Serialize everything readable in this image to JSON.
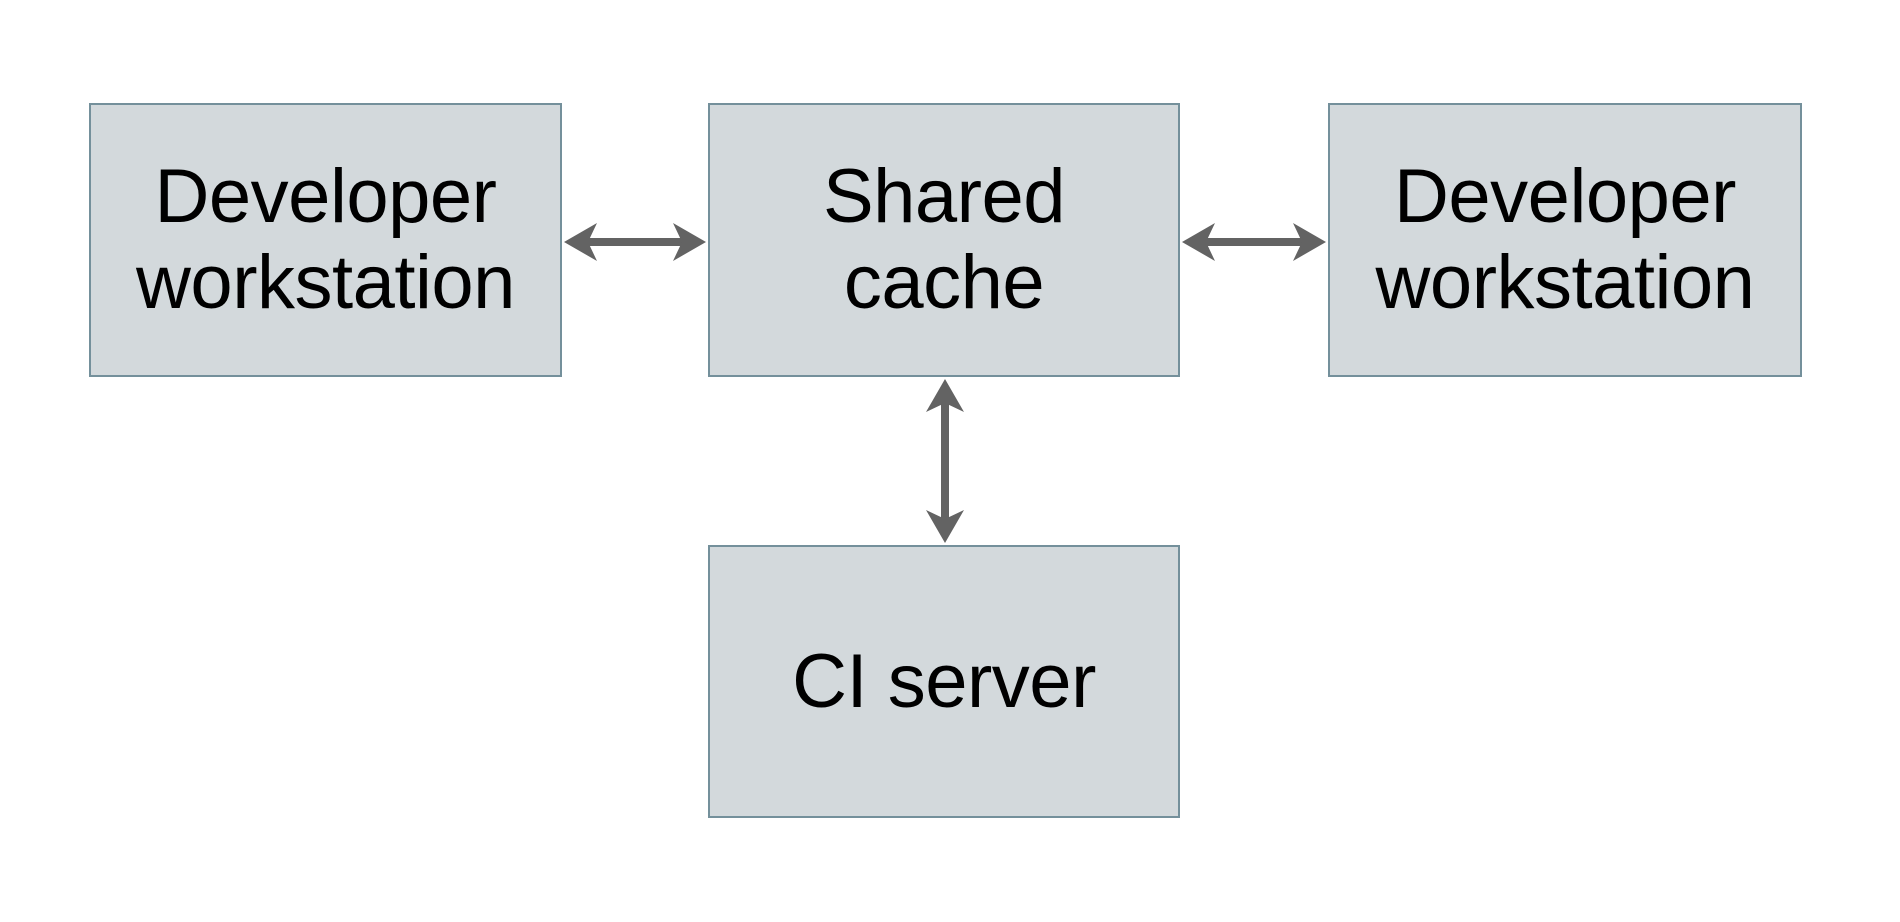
{
  "diagram": {
    "type": "architecture-diagram",
    "nodes": [
      {
        "id": "developer-workstation-left",
        "label": "Developer\nworkstation"
      },
      {
        "id": "shared-cache",
        "label": "Shared\ncache"
      },
      {
        "id": "developer-workstation-right",
        "label": "Developer\nworkstation"
      },
      {
        "id": "ci-server",
        "label": "CI server"
      }
    ],
    "connections": [
      {
        "from": "developer-workstation-left",
        "to": "shared-cache",
        "style": "double-headed-arrow",
        "orientation": "horizontal"
      },
      {
        "from": "shared-cache",
        "to": "developer-workstation-right",
        "style": "double-headed-arrow",
        "orientation": "horizontal"
      },
      {
        "from": "shared-cache",
        "to": "ci-server",
        "style": "double-headed-arrow",
        "orientation": "vertical"
      }
    ]
  },
  "colors": {
    "background": "#ffffff",
    "box_fill": "#d3d9dc",
    "box_border": "#74909b",
    "arrow": "#636363",
    "text": "#000000"
  }
}
